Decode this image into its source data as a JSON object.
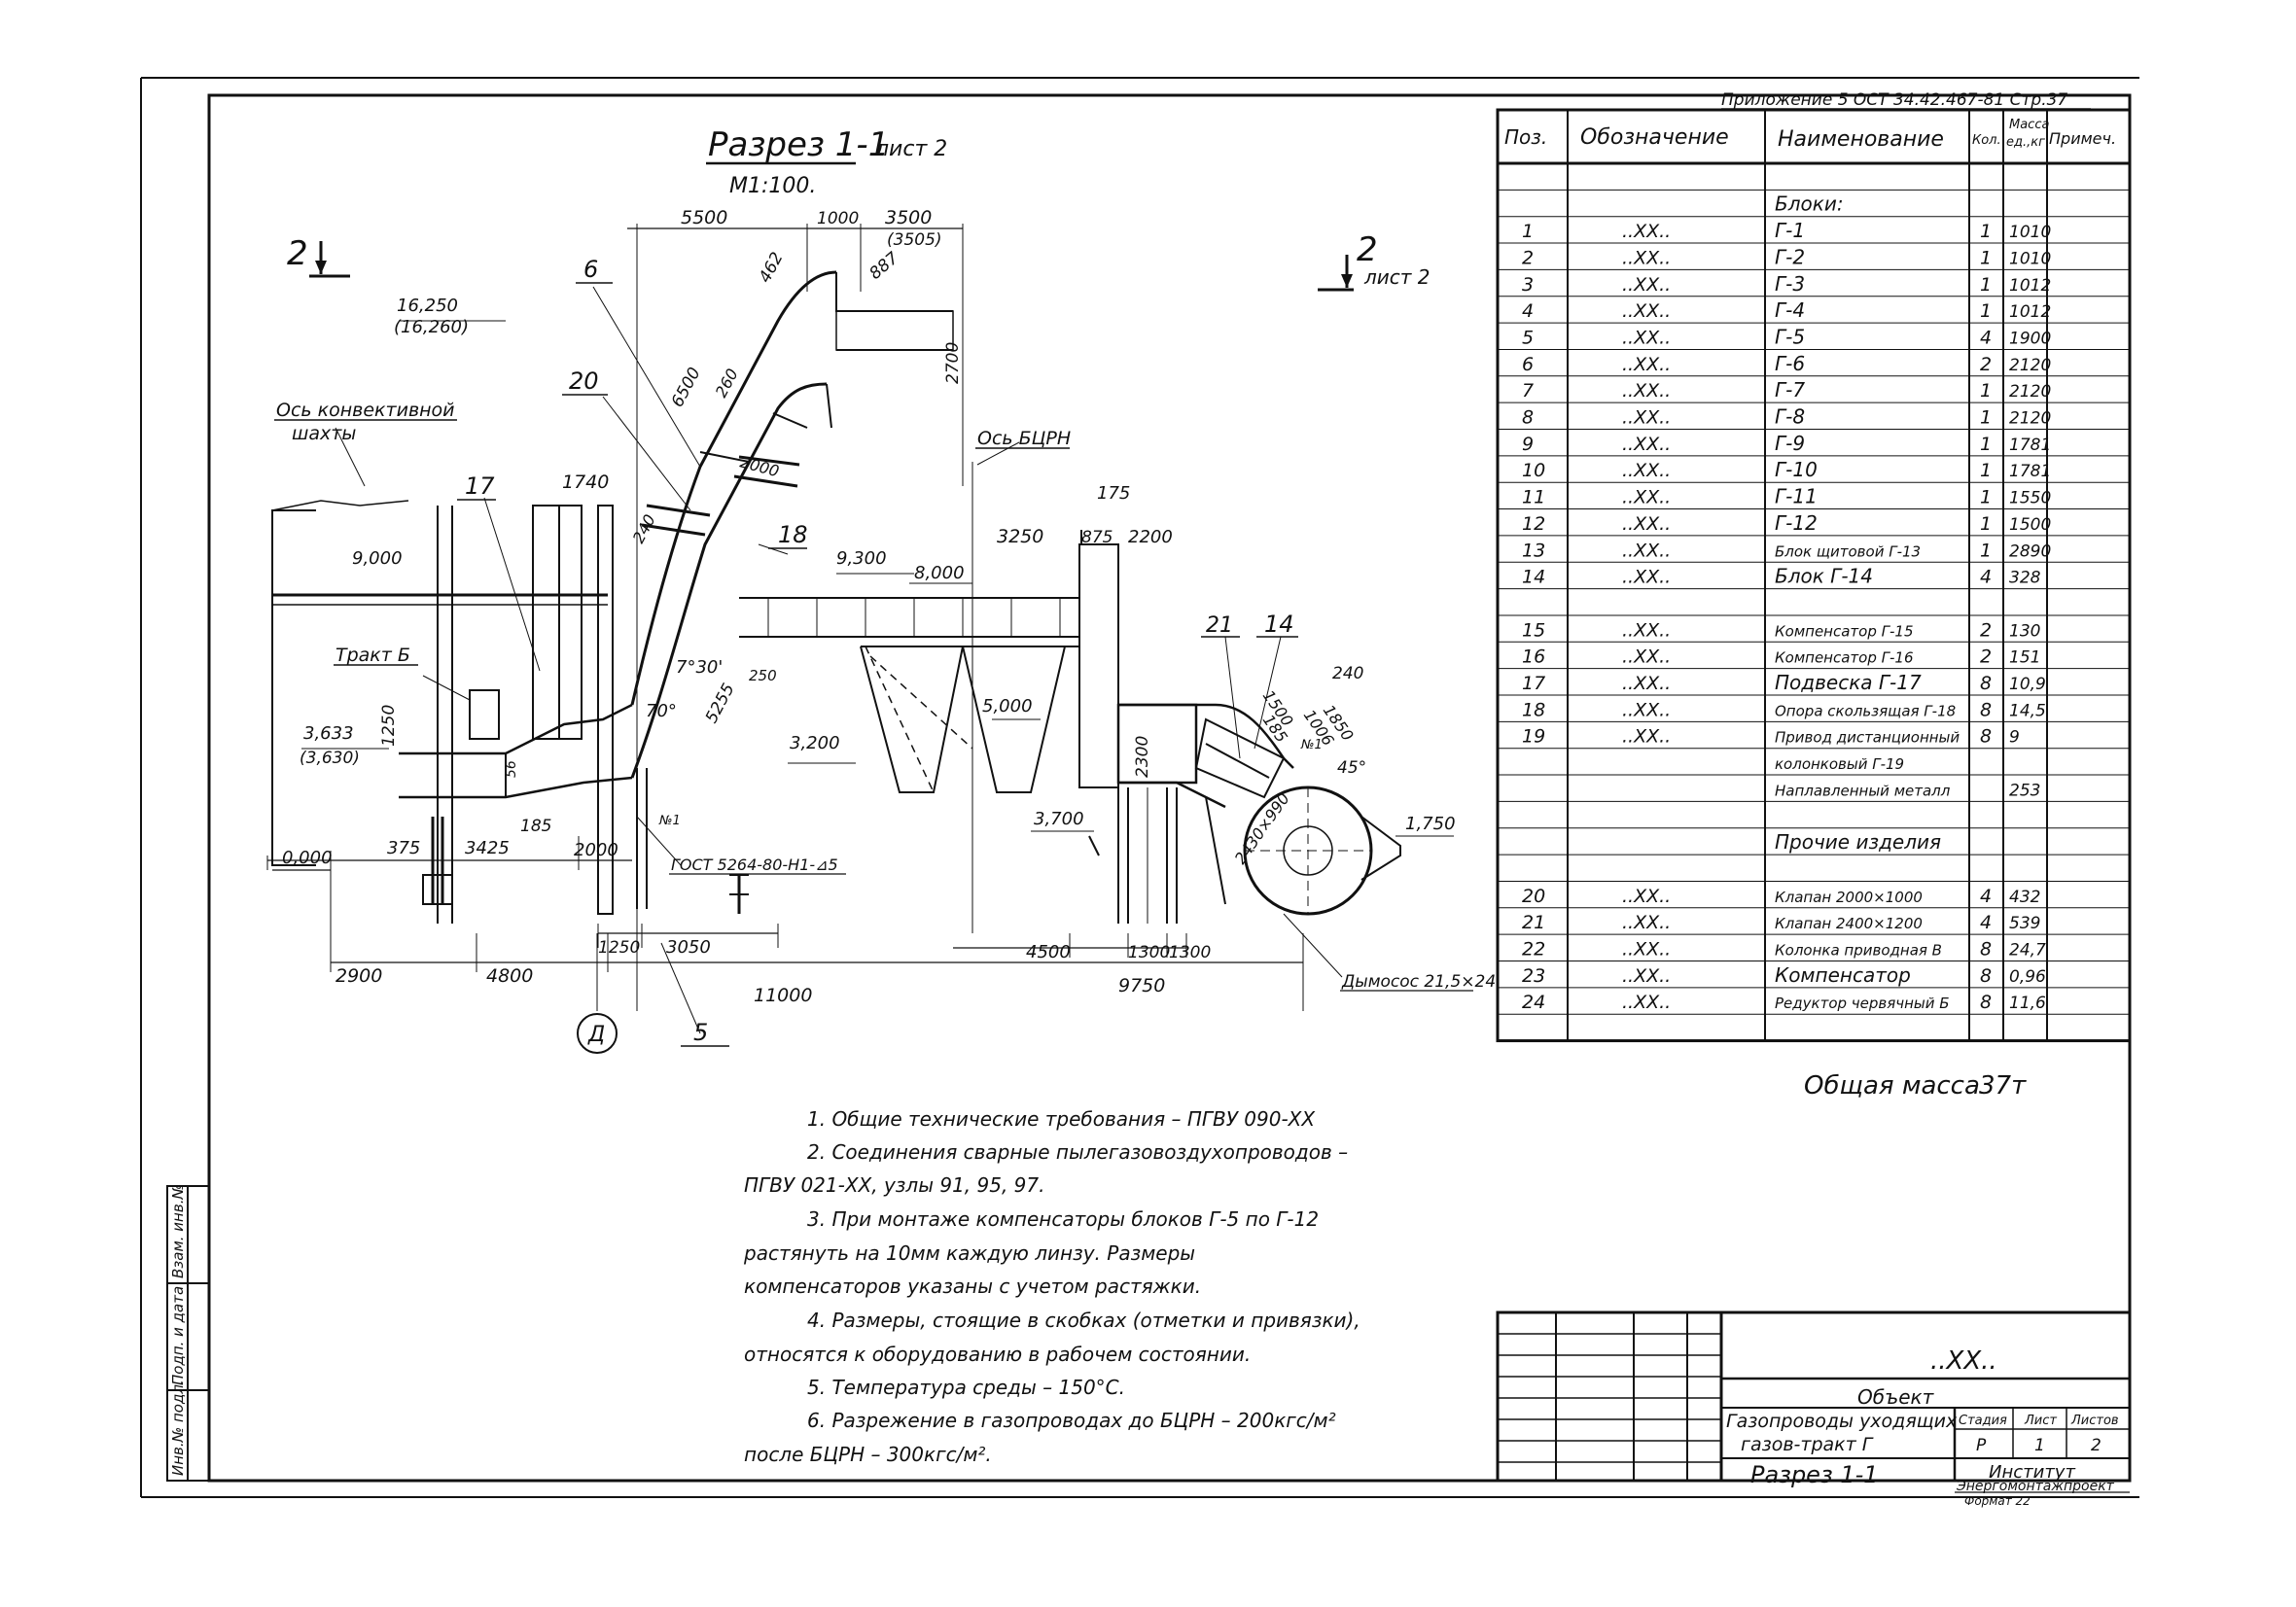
{
  "header": {
    "appendix": "Приложение 5 ОСТ 34.42.467-81 Стр.37"
  },
  "drawing": {
    "title": "Разрез 1-1",
    "sheet": "лист 2",
    "scale": "М1:100.",
    "section_mark_left": "2",
    "section_mark_right": "2",
    "section_sheet_right": "лист 2",
    "labels": {
      "axis_conv": "Ось конвективной",
      "axis_conv2": "шахты",
      "axis_bcrn": "Ось БЦРН",
      "tract": "Тракт Б",
      "gost": "ГОСТ 5264-80-Н1-⊿5",
      "exhauster": "Дымосос 21,5×24",
      "axis_d": "Д",
      "pos_5": "5",
      "pos_6": "6",
      "pos_14": "14",
      "pos_17": "17",
      "pos_18": "18",
      "pos_20": "20",
      "pos_21": "21",
      "n1a": "№1",
      "n1b": "№1"
    },
    "dims": {
      "d5500": "5500",
      "d1000": "1000",
      "d3500": "3500",
      "d3505": "(3505)",
      "d462": "462",
      "d887": "887",
      "d2700": "2700",
      "d6500": "6500",
      "d260": "260",
      "d2000": "2000",
      "d1740": "1740",
      "d240": "240",
      "d5255": "5255",
      "d250": "250",
      "d7_30": "7°30'",
      "d70": "70°",
      "d56": "56",
      "el16250": "16,250",
      "el16260": "(16,260)",
      "el9000": "9,000",
      "el9300": "9,300",
      "el8000": "8,000",
      "el3633": "3,633",
      "el3630": "(3,630)",
      "el3200": "3,200",
      "el5000": "5,000",
      "el3700": "3,700",
      "el1750": "1,750",
      "el0000": "0,000",
      "d1250v": "1250",
      "d175": "175",
      "d3250": "3250",
      "d875": "875",
      "d2200": "2200",
      "d2300": "2300",
      "d1500": "1500",
      "d185b": "185",
      "d1006": "1006",
      "d1850": "1850",
      "d240b": "240",
      "d45": "45°",
      "d2430": "2430×990",
      "d375": "375",
      "d3425": "3425",
      "d185": "185",
      "d2000b": "2000",
      "d1250": "1250",
      "d3050": "3050",
      "d4500": "4500",
      "d1300a": "1300",
      "d1300b": "1300",
      "d2900": "2900",
      "d4800": "4800",
      "d11000": "11000",
      "d9750": "9750"
    }
  },
  "spec_table": {
    "headers": {
      "pos": "Поз.",
      "designation": "Обозначение",
      "name": "Наименование",
      "qty": "Кол.",
      "mass1": "Масса",
      "mass2": "ед.,кг",
      "note": "Примеч."
    },
    "rows": [
      {
        "pos": "",
        "des": "",
        "name": "",
        "qty": "",
        "mass": ""
      },
      {
        "pos": "",
        "des": "",
        "name": "Блоки:",
        "qty": "",
        "mass": ""
      },
      {
        "pos": "1",
        "des": "..XX..",
        "name": "Г-1",
        "qty": "1",
        "mass": "1010"
      },
      {
        "pos": "2",
        "des": "..XX..",
        "name": "Г-2",
        "qty": "1",
        "mass": "1010"
      },
      {
        "pos": "3",
        "des": "..XX..",
        "name": "Г-3",
        "qty": "1",
        "mass": "1012"
      },
      {
        "pos": "4",
        "des": "..XX..",
        "name": "Г-4",
        "qty": "1",
        "mass": "1012"
      },
      {
        "pos": "5",
        "des": "..XX..",
        "name": "Г-5",
        "qty": "4",
        "mass": "1900"
      },
      {
        "pos": "6",
        "des": "..XX..",
        "name": "Г-6",
        "qty": "2",
        "mass": "2120"
      },
      {
        "pos": "7",
        "des": "..XX..",
        "name": "Г-7",
        "qty": "1",
        "mass": "2120"
      },
      {
        "pos": "8",
        "des": "..XX..",
        "name": "Г-8",
        "qty": "1",
        "mass": "2120"
      },
      {
        "pos": "9",
        "des": "..XX..",
        "name": "Г-9",
        "qty": "1",
        "mass": "1781"
      },
      {
        "pos": "10",
        "des": "..XX..",
        "name": "Г-10",
        "qty": "1",
        "mass": "1781"
      },
      {
        "pos": "11",
        "des": "..XX..",
        "name": "Г-11",
        "qty": "1",
        "mass": "1550"
      },
      {
        "pos": "12",
        "des": "..XX..",
        "name": "Г-12",
        "qty": "1",
        "mass": "1500"
      },
      {
        "pos": "13",
        "des": "..XX..",
        "name": "Блок щитовой Г-13",
        "qty": "1",
        "mass": "2890"
      },
      {
        "pos": "14",
        "des": "..XX..",
        "name": "Блок Г-14",
        "qty": "4",
        "mass": "328"
      },
      {
        "pos": "",
        "des": "",
        "name": "",
        "qty": "",
        "mass": ""
      },
      {
        "pos": "15",
        "des": "..XX..",
        "name": "Компенсатор Г-15",
        "qty": "2",
        "mass": "130"
      },
      {
        "pos": "16",
        "des": "..XX..",
        "name": "Компенсатор Г-16",
        "qty": "2",
        "mass": "151"
      },
      {
        "pos": "17",
        "des": "..XX..",
        "name": "Подвеска Г-17",
        "qty": "8",
        "mass": "10,9"
      },
      {
        "pos": "18",
        "des": "..XX..",
        "name": "Опора скользящая Г-18",
        "qty": "8",
        "mass": "14,5"
      },
      {
        "pos": "19",
        "des": "..XX..",
        "name": "Привод дистанционный",
        "qty": "8",
        "mass": "9"
      },
      {
        "pos": "",
        "des": "",
        "name": "колонковый Г-19",
        "qty": "",
        "mass": ""
      },
      {
        "pos": "",
        "des": "",
        "name": "Наплавленный металл",
        "qty": "",
        "mass": "253"
      },
      {
        "pos": "",
        "des": "",
        "name": "",
        "qty": "",
        "mass": ""
      },
      {
        "pos": "",
        "des": "",
        "name": "Прочие изделия",
        "qty": "",
        "mass": ""
      },
      {
        "pos": "",
        "des": "",
        "name": "",
        "qty": "",
        "mass": ""
      },
      {
        "pos": "20",
        "des": "..XX..",
        "name": "Клапан 2000×1000",
        "qty": "4",
        "mass": "432"
      },
      {
        "pos": "21",
        "des": "..XX..",
        "name": "Клапан 2400×1200",
        "qty": "4",
        "mass": "539"
      },
      {
        "pos": "22",
        "des": "..XX..",
        "name": "Колонка приводная В",
        "qty": "8",
        "mass": "24,7"
      },
      {
        "pos": "23",
        "des": "..XX..",
        "name": "Компенсатор",
        "qty": "8",
        "mass": "0,96"
      },
      {
        "pos": "24",
        "des": "..XX..",
        "name": "Редуктор червячный Б",
        "qty": "8",
        "mass": "11,6"
      },
      {
        "pos": "",
        "des": "",
        "name": "",
        "qty": "",
        "mass": ""
      }
    ],
    "total_label": "Общая масса",
    "total_value": "37т"
  },
  "notes": [
    "1. Общие технические требования – ПГВУ 090-XX",
    "2. Соединения сварные пылегазовоздухопроводов –",
    "ПГВУ 021-XX, узлы 91, 95, 97.",
    "3. При монтаже компенсаторы блоков Г-5 по Г-12",
    "растянуть на 10мм каждую линзу. Размеры",
    "компенсаторов указаны с учетом растяжки.",
    "4. Размеры, стоящие в скобках (отметки и привязки),",
    "относятся к оборудованию в рабочем состоянии.",
    "5. Температура среды – 150°С.",
    "6. Разрежение в газопроводах до БЦРН – 200кгс/м²",
    "после БЦРН – 300кгс/м²."
  ],
  "title_block": {
    "code": "..XX..",
    "object": "Объект",
    "name1": "Газопроводы уходящих",
    "name2": "газов-тракт Г",
    "drawing_name": "Разрез 1-1",
    "stage_label": "Стадия",
    "sheet_label": "Лист",
    "sheets_label": "Листов",
    "stage": "Р",
    "sheet": "1",
    "sheets": "2",
    "org1": "Институт",
    "org2": "Энергомонтажпроект",
    "format": "Формат 22"
  },
  "side_stamp": {
    "inv": "Инв.№ подл.",
    "sign": "Подп. и дата",
    "swap": "Взам. инв.№"
  }
}
